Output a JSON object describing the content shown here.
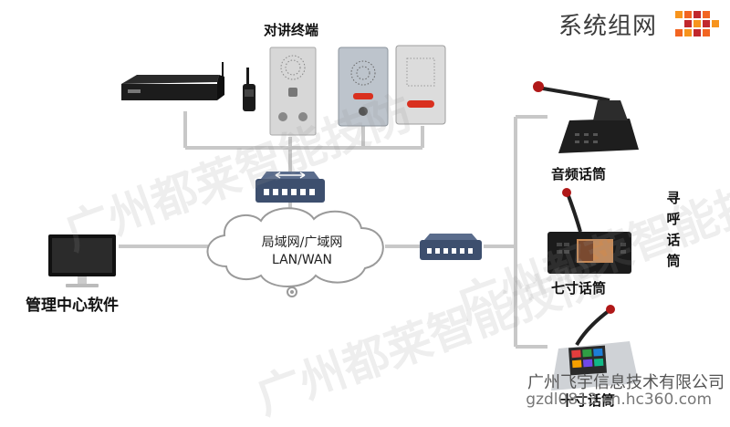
{
  "header": {
    "title": "系统组网",
    "logo_colors": [
      "#f26522",
      "#c1272d",
      "#f7941d"
    ]
  },
  "labels": {
    "intercom": "对讲终端",
    "cloud_line1": "局域网/广域网",
    "cloud_line2": "LAN/WAN",
    "management": "管理中心软件",
    "audio_mic": "音频话筒",
    "seven_inch": "七寸话筒",
    "ten_inch": "十寸话筒",
    "paging": "寻呼话筒"
  },
  "watermark": [
    "广州都莱智能技防",
    "广州都莱智能技防",
    "广州都莱智能技防"
  ],
  "footer": {
    "company": "广州飞宇信息技术有限公司",
    "website": "gzdl0813.cn.hc360.com"
  },
  "colors": {
    "line": "#c8c8c8",
    "switch": "#3d4f6e",
    "panel_red": "#d9301f"
  }
}
